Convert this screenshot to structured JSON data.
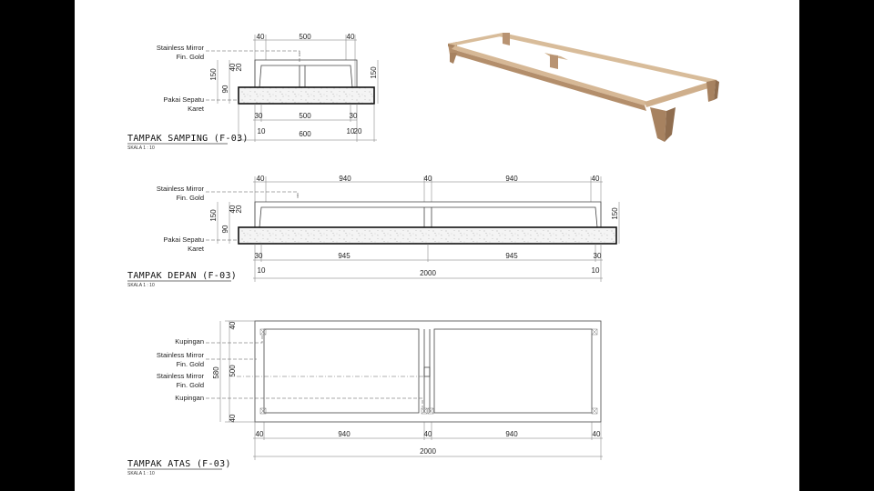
{
  "colors": {
    "background": "#000000",
    "sheet": "#ffffff",
    "line": "#444444",
    "wood": "#c8a783"
  },
  "views": {
    "samping": {
      "title": "TAMPAK SAMPING (F-03)",
      "scale": "SKALA 1 : 10",
      "labels": {
        "mirror_1": "Stainless Mirror",
        "mirror_2": "Fin. Gold",
        "pad_1": "Pakai Sepatu",
        "pad_2": "Karet"
      },
      "dims_top": [
        "40",
        "500",
        "40"
      ],
      "dims_left": [
        "150",
        "90",
        "40",
        "20"
      ],
      "dims_right": [
        "150"
      ],
      "dims_b1": [
        "30",
        "500",
        "30"
      ],
      "dims_b2": [
        "10",
        "600",
        "10",
        "20"
      ]
    },
    "depan": {
      "title": "TAMPAK DEPAN (F-03)",
      "scale": "SKALA 1 : 10",
      "labels": {
        "mirror_1": "Stainless Mirror",
        "mirror_2": "Fin. Gold",
        "pad_1": "Pakai Sepatu",
        "pad_2": "Karet"
      },
      "dims_top": [
        "40",
        "940",
        "40",
        "940",
        "40"
      ],
      "dims_left": [
        "150",
        "90",
        "40",
        "20"
      ],
      "dims_right": [
        "150"
      ],
      "dims_b1": [
        "30",
        "945",
        "945",
        "30"
      ],
      "dims_b2": [
        "10",
        "2000",
        "10"
      ]
    },
    "atas": {
      "title": "TAMPAK ATAS (F-03)",
      "scale": "SKALA 1 : 10",
      "labels": {
        "kup_1": "Kupingan",
        "mir1_1": "Stainless Mirror",
        "mir1_2": "Fin. Gold",
        "mir2_1": "Stainless Mirror",
        "mir2_2": "Fin. Gold",
        "kup_2": "Kupingan"
      },
      "dims_left": [
        "40",
        "580",
        "500",
        "40"
      ],
      "dims_b1": [
        "40",
        "940",
        "40",
        "940",
        "40"
      ],
      "dims_b2": [
        "2000"
      ]
    }
  }
}
